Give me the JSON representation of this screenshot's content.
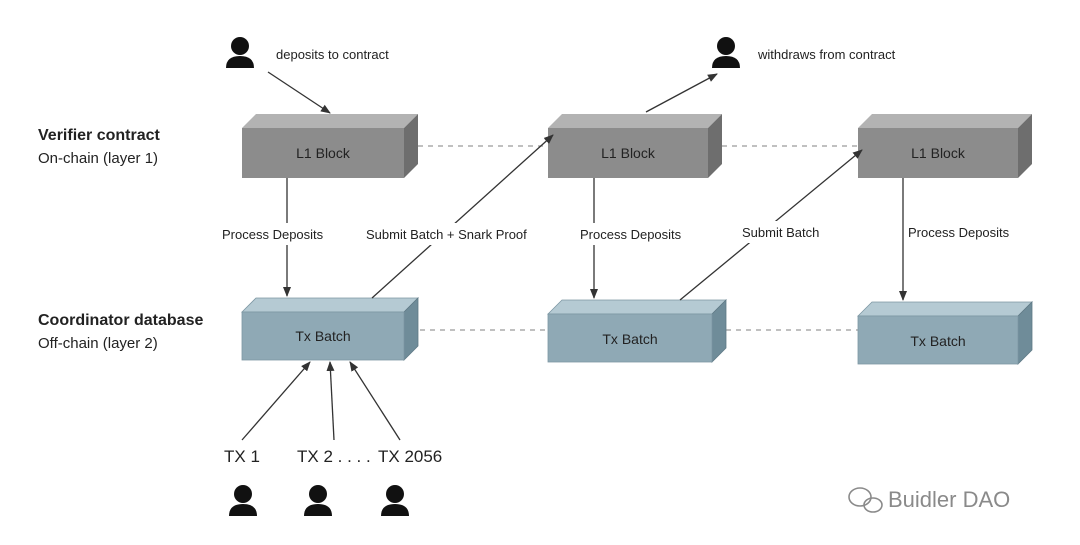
{
  "layers": {
    "l1": {
      "title": "Verifier contract",
      "subtitle": "On-chain (layer 1)"
    },
    "l2": {
      "title": "Coordinator database",
      "subtitle": "Off-chain (layer 2)"
    }
  },
  "annotations": {
    "deposit": "deposits to contract",
    "withdraw": "withdraws from contract"
  },
  "blocks": {
    "l1": [
      "L1 Block",
      "L1 Block",
      "L1 Block"
    ],
    "batch": [
      "Tx Batch",
      "Tx Batch",
      "Tx Batch"
    ]
  },
  "edges": {
    "process1": "Process Deposits",
    "submit1": "Submit Batch + Snark Proof",
    "process2": "Process Deposits",
    "submit2": "Submit Batch",
    "process3": "Process Deposits"
  },
  "txs": {
    "tx1": "TX 1",
    "tx2": "TX 2 . . . .",
    "tx3": "TX 2056"
  },
  "watermark": "Buidler DAO",
  "colors": {
    "l1_front": "#8c8c8c",
    "l1_top": "#b3b3b3",
    "l1_side": "#6e6e6e",
    "batch_front": "#8fa9b5",
    "batch_top": "#b5cad3",
    "batch_side": "#6f8c99",
    "line": "#333333",
    "dash": "#9a9a9a"
  }
}
